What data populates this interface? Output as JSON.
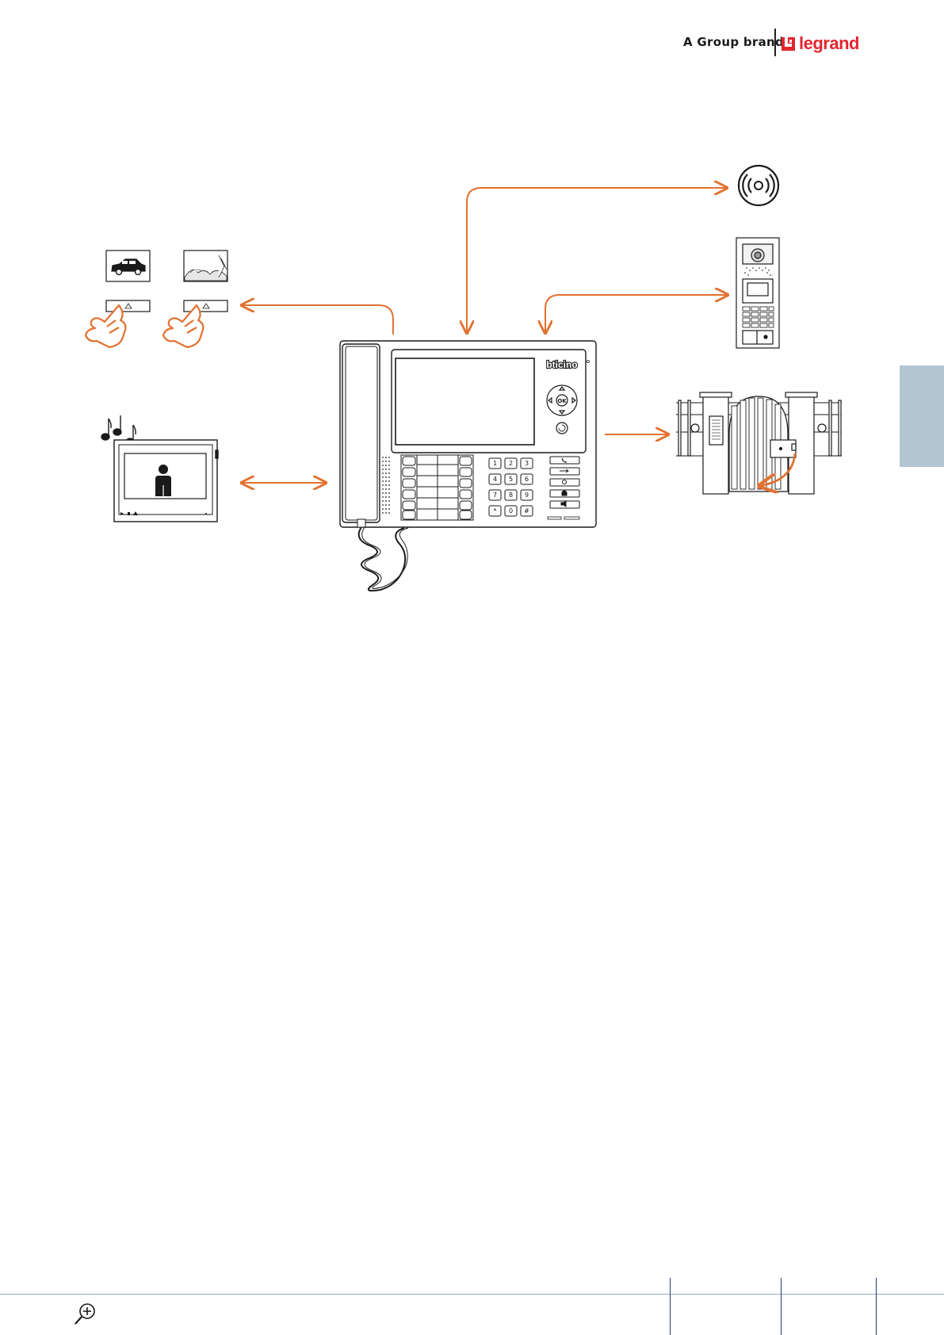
{
  "header": {
    "brand_text": "A Group brand",
    "logo_text": "legrand",
    "logo_color": "#e3262e"
  },
  "diagram": {
    "device_brand": "bticino",
    "ok_label": "OK",
    "keypad": [
      "1",
      "2",
      "3",
      "4",
      "5",
      "6",
      "7",
      "8",
      "9",
      "*",
      "0",
      "#"
    ],
    "arrow_color": "#e2712f",
    "icons": [
      "alarm-siren-icon",
      "entrance-panel-icon",
      "camera-car-icon",
      "camera-landscape-icon",
      "hand-press-icon",
      "video-monitor-icon",
      "music-notes-icon",
      "gate-icon",
      "handset-icon"
    ]
  },
  "side_tab_color": "#b2c6d2",
  "footer": {
    "zoom_icon": "zoom-in-icon"
  }
}
